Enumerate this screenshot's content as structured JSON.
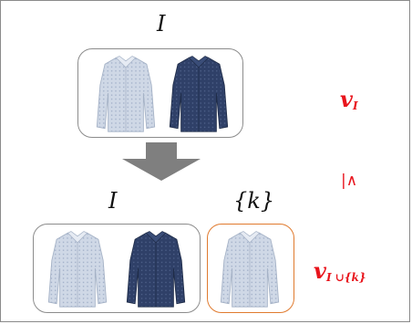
{
  "top_set": {
    "label": "I",
    "items": [
      "light-shirt",
      "dark-shirt"
    ]
  },
  "bottom_set": {
    "label": "I",
    "items": [
      "light-shirt",
      "dark-shirt"
    ]
  },
  "added_item": {
    "label": "{k}",
    "item": "light-shirt"
  },
  "value_top": {
    "symbol": "v",
    "subscript": "I"
  },
  "relation": "|∧",
  "value_bottom": {
    "symbol": "v",
    "subscript": "I ∪{k}"
  },
  "colors": {
    "highlight": "#e8141c",
    "new_item_border": "#e07a2e",
    "arrow": "#7f7f7f",
    "light_shirt": "#c9d3e2",
    "dark_shirt": "#2e3f63"
  },
  "icons": [
    "shirt-icon",
    "down-arrow-icon"
  ]
}
